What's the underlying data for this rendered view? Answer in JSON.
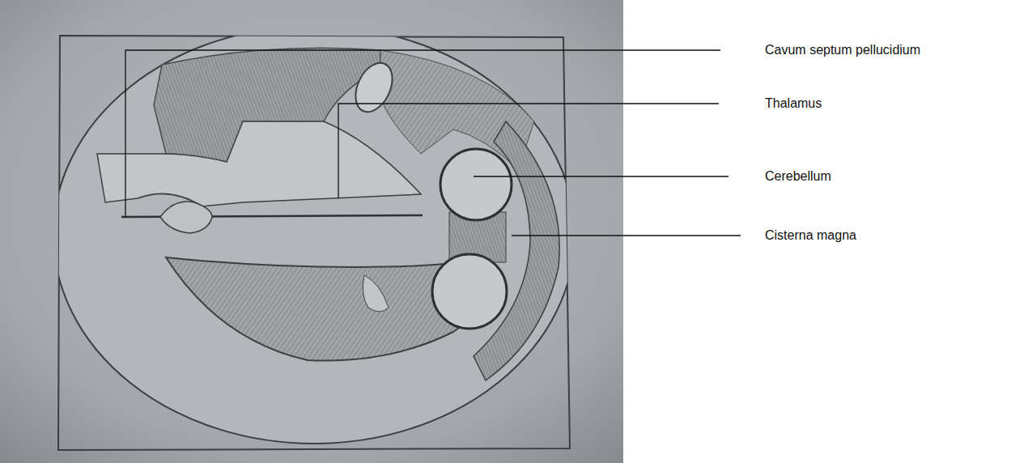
{
  "diagram": {
    "labels": [
      "Cavum septum pellucidium",
      "Thalamus",
      "Cerebellum",
      "Cisterna magna"
    ]
  }
}
